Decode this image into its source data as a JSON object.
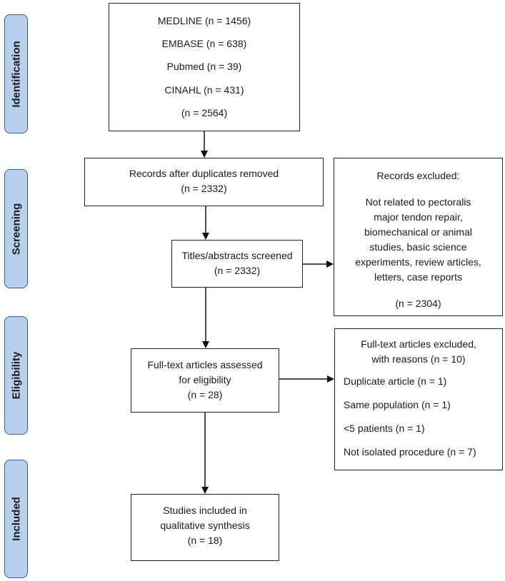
{
  "stages": {
    "identification": "Identification",
    "screening": "Screening",
    "eligibility": "Eligibility",
    "included": "Included"
  },
  "identification": {
    "medline": "MEDLINE (n = 1456)",
    "embase": "EMBASE (n = 638)",
    "pubmed": "Pubmed (n = 39)",
    "cinahl": "CINAHL (n = 431)",
    "total": "(n = 2564)"
  },
  "duplicates_removed": {
    "label": "Records after duplicates removed",
    "count": "(n = 2332)"
  },
  "screened": {
    "label": "Titles/abstracts screened",
    "count": "(n = 2332)"
  },
  "records_excluded": {
    "title": "Records excluded:",
    "reason_lines": [
      "Not related to pectoralis",
      "major tendon repair,",
      "biomechanical or animal",
      "studies, basic science",
      "experiments, review articles,",
      "letters, case reports"
    ],
    "count": "(n = 2304)"
  },
  "fulltext_assessed": {
    "lines": [
      "Full-text articles assessed",
      "for eligibility"
    ],
    "count": "(n = 28)"
  },
  "fulltext_excluded": {
    "title_lines": [
      "Full-text articles excluded,",
      "with reasons (n = 10)"
    ],
    "reasons": [
      "Duplicate article (n = 1)",
      "Same population (n = 1)",
      "<5 patients (n = 1)",
      "Not isolated procedure (n = 7)"
    ]
  },
  "included": {
    "lines": [
      "Studies included in",
      "qualitative synthesis"
    ],
    "count": "(n = 18)"
  },
  "colors": {
    "stage_fill": "#b9d0ec",
    "stage_border": "#2e5f9e",
    "box_border": "#222222",
    "arrow": "#111111"
  }
}
